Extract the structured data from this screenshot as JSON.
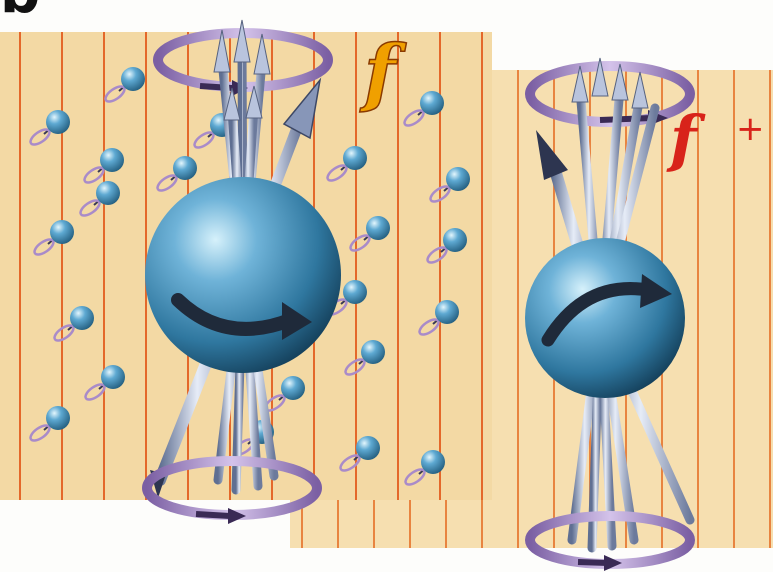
{
  "labels": {
    "panel": "b",
    "left_state": "f",
    "right_state": "f",
    "right_state_sign": "+"
  },
  "colors": {
    "background": "#fdfdfb",
    "panel_fill": "#f3d9a4",
    "stripe": "#e4682a",
    "sphere": "#3b86b3",
    "sphere_highlight": "#bfe6f7",
    "arrow": "#8fa3c6",
    "ring": "#a98bc9",
    "spin_arrow": "#2a2a2a"
  },
  "icons": {
    "large_sphere": "spinning-sphere",
    "small_molecule": "dumbbell-molecule",
    "precession_ring": "rotation-ring"
  }
}
